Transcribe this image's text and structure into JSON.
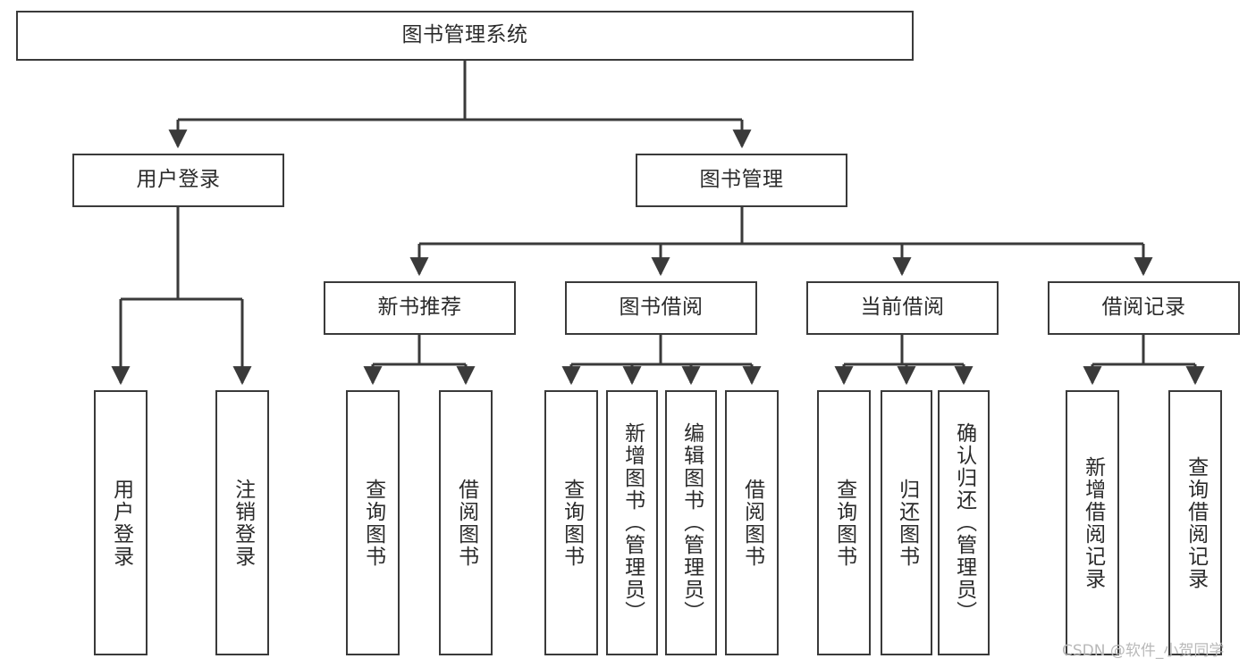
{
  "diagram": {
    "title": "图书管理系统",
    "type": "tree",
    "orientation": "top-down",
    "colors": {
      "box_border": "#3a3a3a",
      "box_fill": "#ffffff",
      "connector": "#3a3a3a",
      "text": "#2b2b2b",
      "watermark": "#b9b9b9",
      "background": "#ffffff"
    },
    "root": {
      "id": "root",
      "label": "图书管理系统"
    },
    "level2": [
      {
        "id": "user-login",
        "label": "用户登录"
      },
      {
        "id": "book-manage",
        "label": "图书管理"
      }
    ],
    "level3": [
      {
        "id": "new-book-recommend",
        "label": "新书推荐",
        "parent": "book-manage"
      },
      {
        "id": "book-borrow",
        "label": "图书借阅",
        "parent": "book-manage"
      },
      {
        "id": "current-borrow",
        "label": "当前借阅",
        "parent": "book-manage"
      },
      {
        "id": "borrow-record",
        "label": "借阅记录",
        "parent": "book-manage"
      }
    ],
    "leaves": {
      "user-login": [
        {
          "id": "leaf-user-login",
          "label": "用户登录"
        },
        {
          "id": "leaf-logout",
          "label": "注销登录"
        }
      ],
      "new-book-recommend": [
        {
          "id": "leaf-query-book-1",
          "label": "查询图书"
        },
        {
          "id": "leaf-borrow-book-1",
          "label": "借阅图书"
        }
      ],
      "book-borrow": [
        {
          "id": "leaf-query-book-2",
          "label": "查询图书"
        },
        {
          "id": "leaf-add-book",
          "label": "新增图书（管理员）"
        },
        {
          "id": "leaf-edit-book",
          "label": "编辑图书（管理员）"
        },
        {
          "id": "leaf-borrow-book-2",
          "label": "借阅图书"
        }
      ],
      "current-borrow": [
        {
          "id": "leaf-query-book-3",
          "label": "查询图书"
        },
        {
          "id": "leaf-return-book",
          "label": "归还图书"
        },
        {
          "id": "leaf-confirm-return",
          "label": "确认归还（管理员）"
        }
      ],
      "borrow-record": [
        {
          "id": "leaf-add-record",
          "label": "新增借阅记录"
        },
        {
          "id": "leaf-query-record",
          "label": "查询借阅记录"
        }
      ]
    }
  },
  "watermark": {
    "text": "CSDN @软件_小贺同学"
  }
}
